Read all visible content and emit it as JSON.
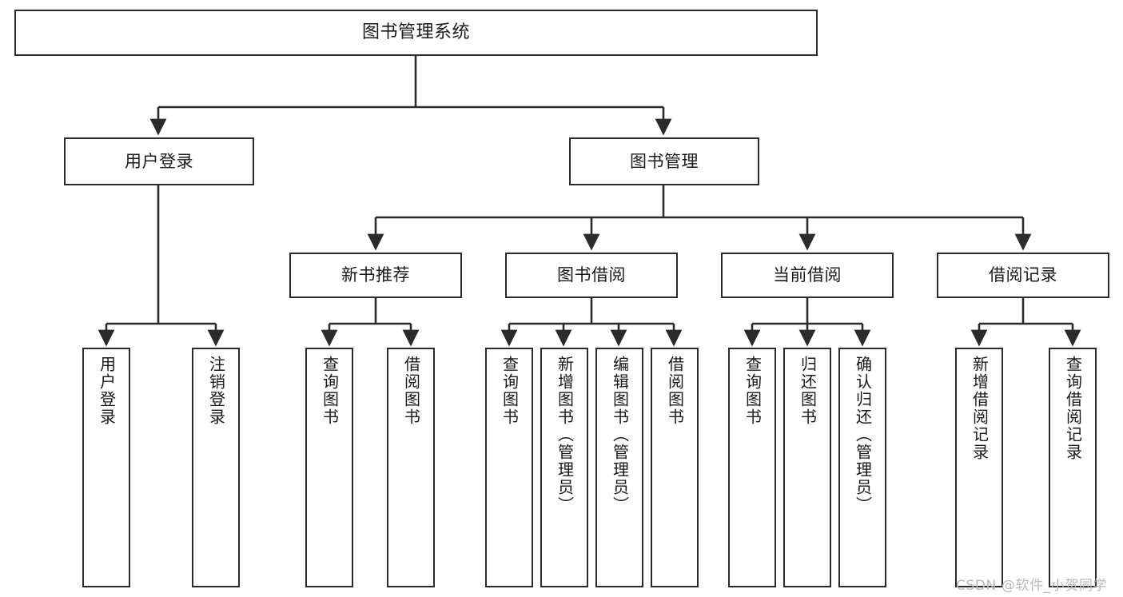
{
  "diagram": {
    "type": "tree-hierarchy-diagram",
    "title": "图书管理系统",
    "stroke_color": "#2b2b2b",
    "fill_color": "#ffffff",
    "text_color": "#1a1a1a",
    "watermark": "CSDN @软件_小贺同学",
    "watermark_color": "#b9b9b9"
  },
  "nodes": {
    "root": {
      "label": "图书管理系统",
      "level": 0
    },
    "l1": [
      {
        "label": "用户登录",
        "level": 1
      },
      {
        "label": "图书管理",
        "level": 1
      }
    ],
    "l2": [
      {
        "label": "新书推荐",
        "level": 2
      },
      {
        "label": "图书借阅",
        "level": 2
      },
      {
        "label": "当前借阅",
        "level": 2
      },
      {
        "label": "借阅记录",
        "level": 2
      }
    ],
    "leaves": {
      "user_login": [
        {
          "label": "用户登录"
        },
        {
          "label": "注销登录"
        }
      ],
      "new_book": [
        {
          "label": "查询图书"
        },
        {
          "label": "借阅图书"
        }
      ],
      "book_borrow": [
        {
          "label": "查询图书"
        },
        {
          "label": "新增图书（管理员）"
        },
        {
          "label": "编辑图书（管理员）"
        },
        {
          "label": "借阅图书"
        }
      ],
      "current_borrow": [
        {
          "label": "查询图书"
        },
        {
          "label": "归还图书"
        },
        {
          "label": "确认归还（管理员）"
        }
      ],
      "borrow_record": [
        {
          "label": "新增借阅记录"
        },
        {
          "label": "查询借阅记录"
        }
      ]
    }
  },
  "edges": [
    {
      "from": "图书管理系统",
      "to": "用户登录"
    },
    {
      "from": "图书管理系统",
      "to": "图书管理"
    },
    {
      "from": "用户登录",
      "to": "用户登录"
    },
    {
      "from": "用户登录",
      "to": "注销登录"
    },
    {
      "from": "图书管理",
      "to": "新书推荐"
    },
    {
      "from": "图书管理",
      "to": "图书借阅"
    },
    {
      "from": "图书管理",
      "to": "当前借阅"
    },
    {
      "from": "图书管理",
      "to": "借阅记录"
    },
    {
      "from": "新书推荐",
      "to": "查询图书"
    },
    {
      "from": "新书推荐",
      "to": "借阅图书"
    },
    {
      "from": "图书借阅",
      "to": "查询图书"
    },
    {
      "from": "图书借阅",
      "to": "新增图书（管理员）"
    },
    {
      "from": "图书借阅",
      "to": "编辑图书（管理员）"
    },
    {
      "from": "图书借阅",
      "to": "借阅图书"
    },
    {
      "from": "当前借阅",
      "to": "查询图书"
    },
    {
      "from": "当前借阅",
      "to": "归还图书"
    },
    {
      "from": "当前借阅",
      "to": "确认归还（管理员）"
    },
    {
      "from": "借阅记录",
      "to": "新增借阅记录"
    },
    {
      "from": "借阅记录",
      "to": "查询借阅记录"
    }
  ]
}
